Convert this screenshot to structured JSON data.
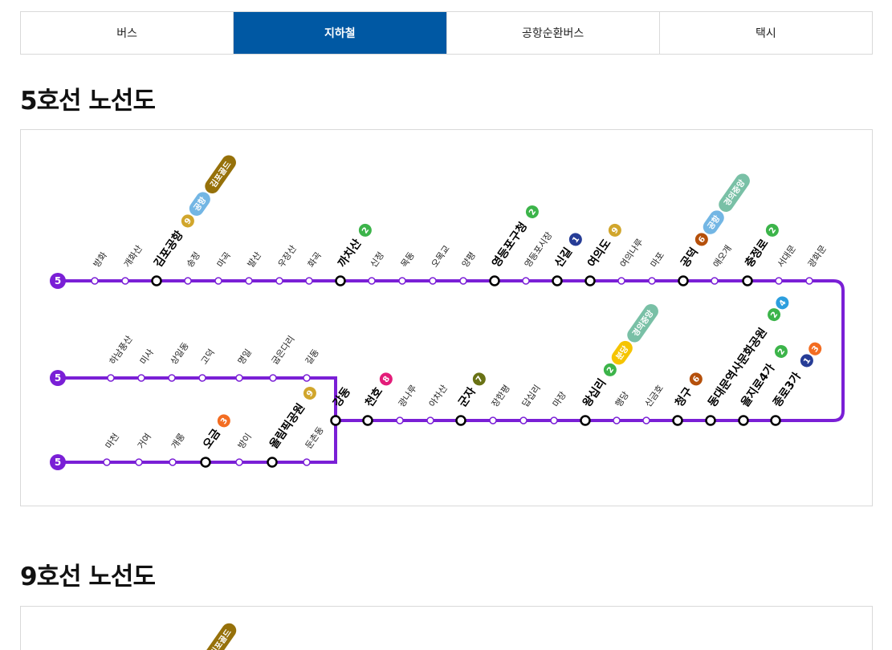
{
  "tabs": [
    {
      "label": "버스",
      "active": false
    },
    {
      "label": "지하철",
      "active": true
    },
    {
      "label": "공항순환버스",
      "active": false
    },
    {
      "label": "택시",
      "active": false
    }
  ],
  "line5": {
    "title": "5호선 노선도",
    "line_number": "5",
    "color": "#7a1fd6",
    "row1": [
      {
        "name": "방화"
      },
      {
        "name": "개화산"
      },
      {
        "name": "김포공항",
        "transfer": true,
        "badges": [
          "9",
          "공항",
          "김포골드"
        ]
      },
      {
        "name": "송정"
      },
      {
        "name": "마곡"
      },
      {
        "name": "발산"
      },
      {
        "name": "우장산"
      },
      {
        "name": "화곡"
      },
      {
        "name": "까치산",
        "transfer": true,
        "badges": [
          "2"
        ]
      },
      {
        "name": "신정"
      },
      {
        "name": "목동"
      },
      {
        "name": "오목교"
      },
      {
        "name": "양평"
      },
      {
        "name": "영등포구청",
        "transfer": true,
        "badges": [
          "2"
        ]
      },
      {
        "name": "영등포시장"
      },
      {
        "name": "신길",
        "transfer": true,
        "badges": [
          "1"
        ]
      },
      {
        "name": "여의도",
        "transfer": true,
        "badges": [
          "9"
        ]
      },
      {
        "name": "여의나루"
      },
      {
        "name": "마포"
      },
      {
        "name": "공덕",
        "transfer": true,
        "badges": [
          "6",
          "공항",
          "경의중앙"
        ]
      },
      {
        "name": "애오개"
      },
      {
        "name": "충정로",
        "transfer": true,
        "badges": [
          "2"
        ]
      },
      {
        "name": "서대문"
      },
      {
        "name": "광화문"
      }
    ],
    "row2": [
      {
        "name": "강동",
        "transfer": true
      },
      {
        "name": "천호",
        "transfer": true,
        "badges": [
          "8"
        ]
      },
      {
        "name": "광나루"
      },
      {
        "name": "아차산"
      },
      {
        "name": "군자",
        "transfer": true,
        "badges": [
          "7"
        ]
      },
      {
        "name": "장한평"
      },
      {
        "name": "답십리"
      },
      {
        "name": "마장"
      },
      {
        "name": "왕십리",
        "transfer": true,
        "badges": [
          "2",
          "분당",
          "경의중앙"
        ]
      },
      {
        "name": "행당"
      },
      {
        "name": "신금호"
      },
      {
        "name": "청구",
        "transfer": true,
        "badges": [
          "6"
        ]
      },
      {
        "name": "동대문역사문화공원",
        "transfer": true,
        "badges": [
          "2",
          "4"
        ]
      },
      {
        "name": "을지로4가",
        "transfer": true,
        "badges": [
          "2"
        ]
      },
      {
        "name": "종로3가",
        "transfer": true,
        "badges": [
          "1",
          "3"
        ]
      }
    ],
    "branch_top": [
      {
        "name": "하남풍산"
      },
      {
        "name": "미사"
      },
      {
        "name": "상일동"
      },
      {
        "name": "고덕"
      },
      {
        "name": "명일"
      },
      {
        "name": "굽은다리"
      },
      {
        "name": "길동"
      }
    ],
    "branch_bottom": [
      {
        "name": "마천"
      },
      {
        "name": "거여"
      },
      {
        "name": "개롱"
      },
      {
        "name": "오금",
        "transfer": true,
        "badges": [
          "3"
        ]
      },
      {
        "name": "방이"
      },
      {
        "name": "올림픽공원",
        "transfer": true,
        "badges": [
          "9"
        ]
      },
      {
        "name": "둔촌동"
      }
    ]
  },
  "line9": {
    "title": "9호선 노선도",
    "partial_badge": "김포골드"
  },
  "badge_colors": {
    "1": "#263c96",
    "2": "#3cb44a",
    "3": "#f36d22",
    "4": "#2c9ede",
    "6": "#b5500b",
    "7": "#697215",
    "8": "#e31c79",
    "9": "#d1a62c",
    "공항": "#73b6e4",
    "김포골드": "#96710a",
    "경의중앙": "#79c0a6",
    "분당": "#f5c400"
  }
}
